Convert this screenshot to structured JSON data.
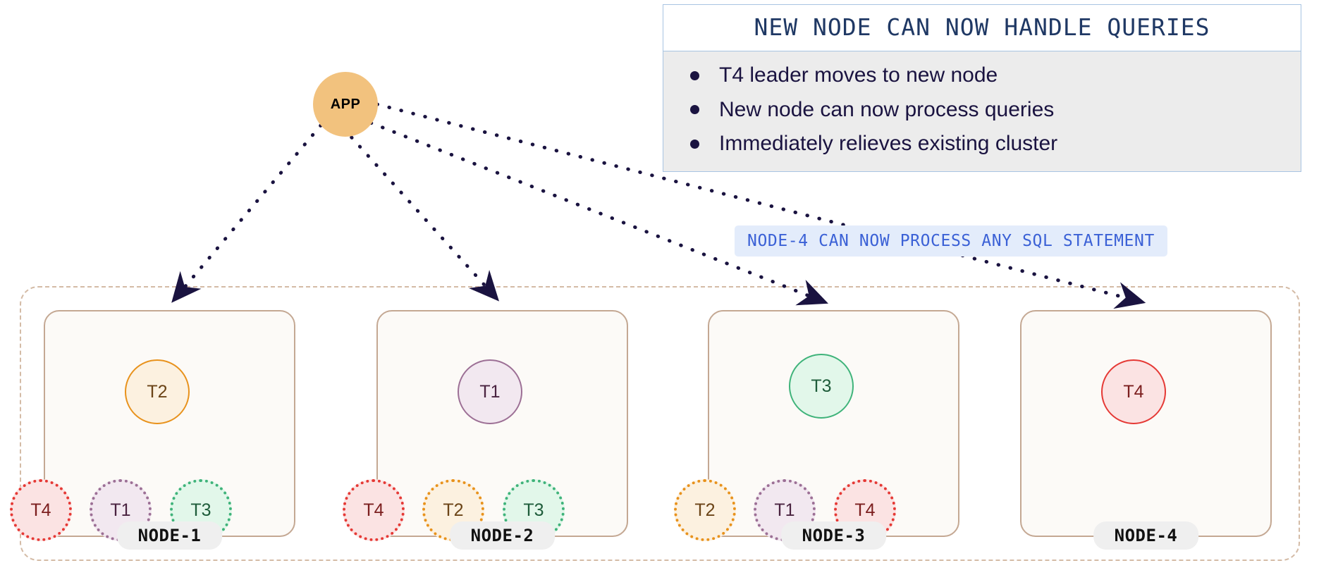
{
  "app": {
    "label": "APP",
    "fill": "#F2C27E"
  },
  "callout": {
    "title": "NEW NODE CAN NOW HANDLE QUERIES",
    "title_color": "#1F3864",
    "border_color": "#A8C4E2",
    "body_bg": "#ECECEC",
    "items": [
      {
        "text": "T4 leader moves to new node"
      },
      {
        "text": "New node can now process queries"
      },
      {
        "text": "Immediately relieves existing cluster"
      }
    ]
  },
  "banner": {
    "text": "NODE-4 CAN NOW PROCESS ANY SQL STATEMENT",
    "text_color": "#3B61D6",
    "bg": "#E3ECFB"
  },
  "cluster": {
    "border_color": "#D4BBA6"
  },
  "arrows": {
    "color": "#1A1340",
    "style": "dotted"
  },
  "tablet_colors": {
    "T1": {
      "fill": "#F2E8F0",
      "stroke": "#9C6F95",
      "text": "#4A2340"
    },
    "T2": {
      "fill": "#FCF1E0",
      "stroke": "#E8921C",
      "text": "#6B4417"
    },
    "T3": {
      "fill": "#E2F7EA",
      "stroke": "#3FB37A",
      "text": "#1E5C3A"
    },
    "T4": {
      "fill": "#FBE3E3",
      "stroke": "#E53935",
      "text": "#7B1E1E"
    }
  },
  "nodes": [
    {
      "name": "NODE-1",
      "leader": "T2",
      "followers": [
        "T4",
        "T1",
        "T3"
      ]
    },
    {
      "name": "NODE-2",
      "leader": "T1",
      "followers": [
        "T4",
        "T2",
        "T3"
      ]
    },
    {
      "name": "NODE-3",
      "leader": "T3",
      "followers": [
        "T2",
        "T1",
        "T4"
      ]
    },
    {
      "name": "NODE-4",
      "leader": "T4",
      "followers": []
    }
  ]
}
